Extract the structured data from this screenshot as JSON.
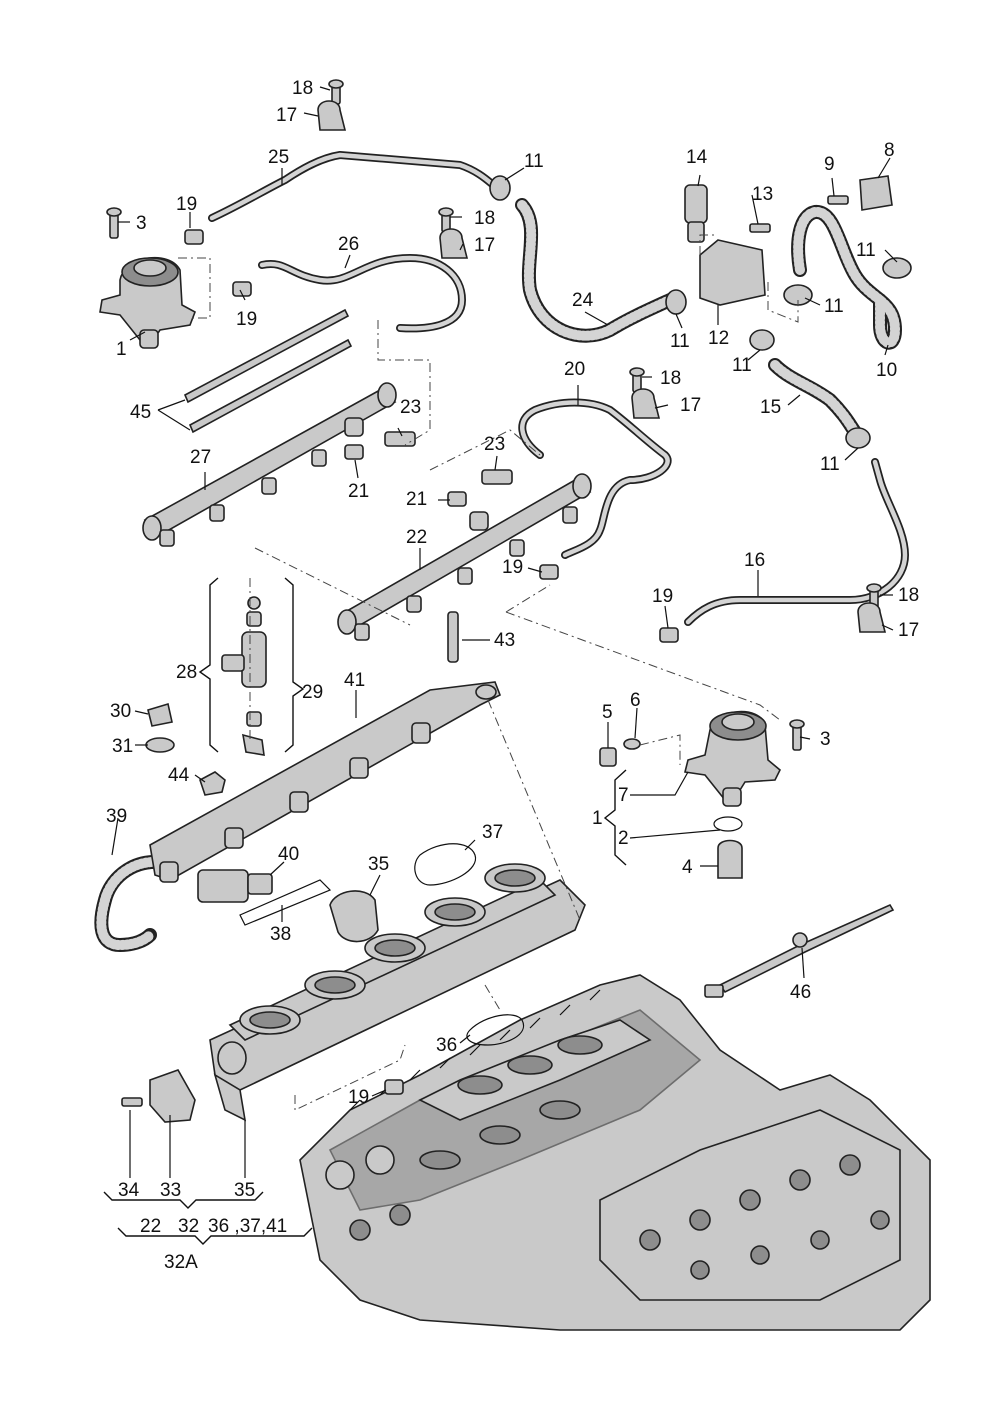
{
  "diagram": {
    "colors": {
      "part_fill": "#c9c9c9",
      "part_dark": "#8d8d8d",
      "hose_inner": "#d4d4d4",
      "outline": "#222222"
    },
    "labels": {
      "l18a": "18",
      "l17a": "17",
      "l25": "25",
      "l11a": "11",
      "l14": "14",
      "l8": "8",
      "l9": "9",
      "l13": "13",
      "l3a": "3",
      "l19a": "19",
      "l18b": "18",
      "l17b": "17",
      "l26": "26",
      "l11b": "11",
      "l19b": "19",
      "l24": "24",
      "l11c": "11",
      "l12": "12",
      "l11d": "11",
      "l10": "10",
      "l1a": "1",
      "l11e": "11",
      "l20": "20",
      "l18c": "18",
      "l45": "45",
      "l17c": "17",
      "l15": "15",
      "l23a": "23",
      "l23b": "23",
      "l11f": "11",
      "l27": "27",
      "l21a": "21",
      "l21b": "21",
      "l22": "22",
      "l16": "16",
      "l19c": "19",
      "l19d": "19",
      "l18d": "18",
      "l28": "28",
      "l43": "43",
      "l17d": "17",
      "l29": "29",
      "l41": "41",
      "l30": "30",
      "l5": "5",
      "l6": "6",
      "l3b": "3",
      "l31": "31",
      "l44": "44",
      "l7": "7",
      "l1b": "1",
      "l2": "2",
      "l39": "39",
      "l37": "37",
      "l40": "40",
      "l35a": "35",
      "l4": "4",
      "l38": "38",
      "l46": "46",
      "l36": "36",
      "l19e": "19",
      "l34": "34",
      "l33": "33",
      "l35b": "35",
      "g32a_22": "22",
      "g32a_32": "32",
      "g32a_rest": "36 ,37,41",
      "l32A": "32A"
    }
  }
}
